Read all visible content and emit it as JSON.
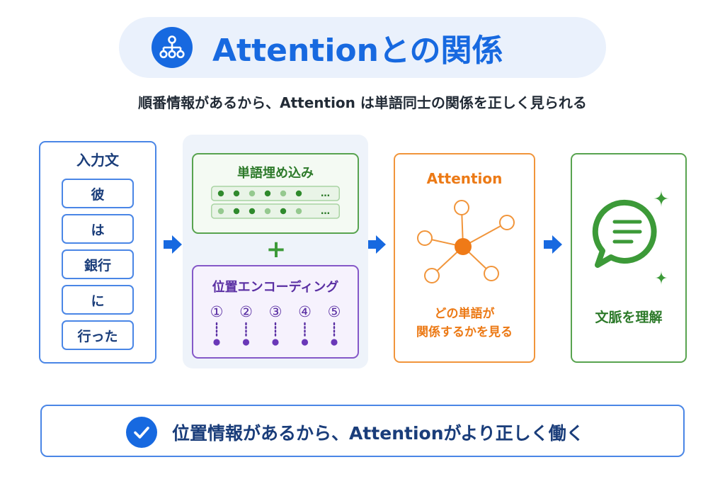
{
  "title": {
    "text": "Attentionとの関係",
    "icon": "network-hierarchy-icon",
    "color": "#1769e0"
  },
  "subtitle": "順番情報があるから、Attention は単語同士の関係を正しく見られる",
  "input_panel": {
    "title": "入力文",
    "words": [
      "彼",
      "は",
      "銀行",
      "に",
      "行った"
    ]
  },
  "embedding": {
    "title": "単語埋め込み",
    "ellipsis": "…",
    "rows": [
      [
        "dark",
        "dark",
        "light",
        "dark",
        "light",
        "dark"
      ],
      [
        "light",
        "dark",
        "dark",
        "light",
        "dark",
        "light"
      ]
    ]
  },
  "plus_sign": "+",
  "positional_encoding": {
    "title": "位置エンコーディング",
    "positions": [
      "①",
      "②",
      "③",
      "④",
      "⑤"
    ]
  },
  "attention": {
    "title": "Attention",
    "caption_line1": "どの単語が",
    "caption_line2": "関係するかを見る",
    "icon": "attention-hub-icon"
  },
  "context": {
    "caption": "文脈を理解",
    "icon": "speech-bubble-icon",
    "sparkle_icon": "sparkle-icon"
  },
  "banner": {
    "text": "位置情報があるから、Attentionがより正しく働く",
    "icon": "check-circle-icon"
  },
  "colors": {
    "blue": "#1769e0",
    "border_blue": "#4a86e6",
    "green": "#58a34f",
    "purple": "#8558c8",
    "orange": "#f1953b"
  }
}
